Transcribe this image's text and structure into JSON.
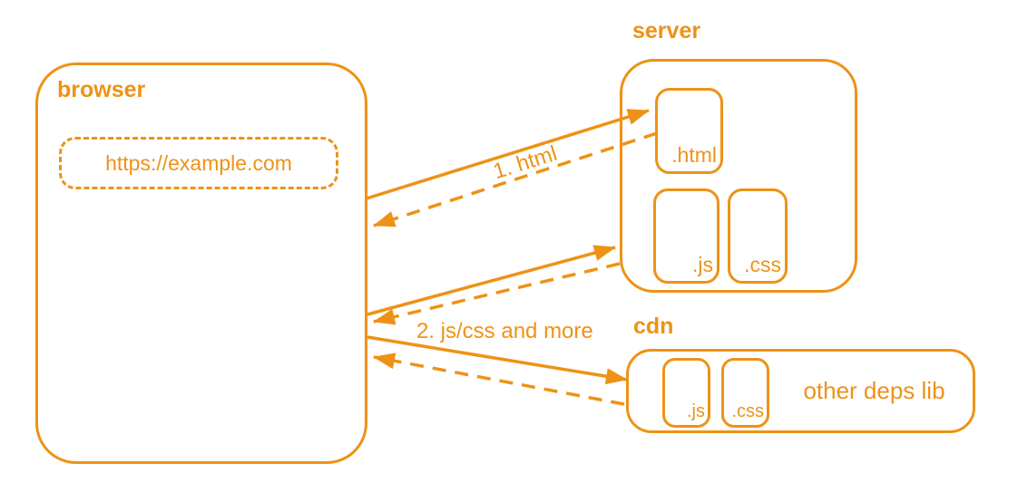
{
  "accent_color": "#EE9216",
  "nodes": {
    "browser": {
      "label": "browser",
      "address_bar": "https://example.com"
    },
    "server": {
      "label": "server",
      "files": [
        ".html",
        ".js",
        ".css"
      ]
    },
    "cdn": {
      "label": "cdn",
      "files": [
        ".js",
        ".css"
      ],
      "caption": "other deps lib"
    }
  },
  "edges": {
    "html_exchange_label": "1. html",
    "assets_exchange_label": "2. js/css and more"
  }
}
